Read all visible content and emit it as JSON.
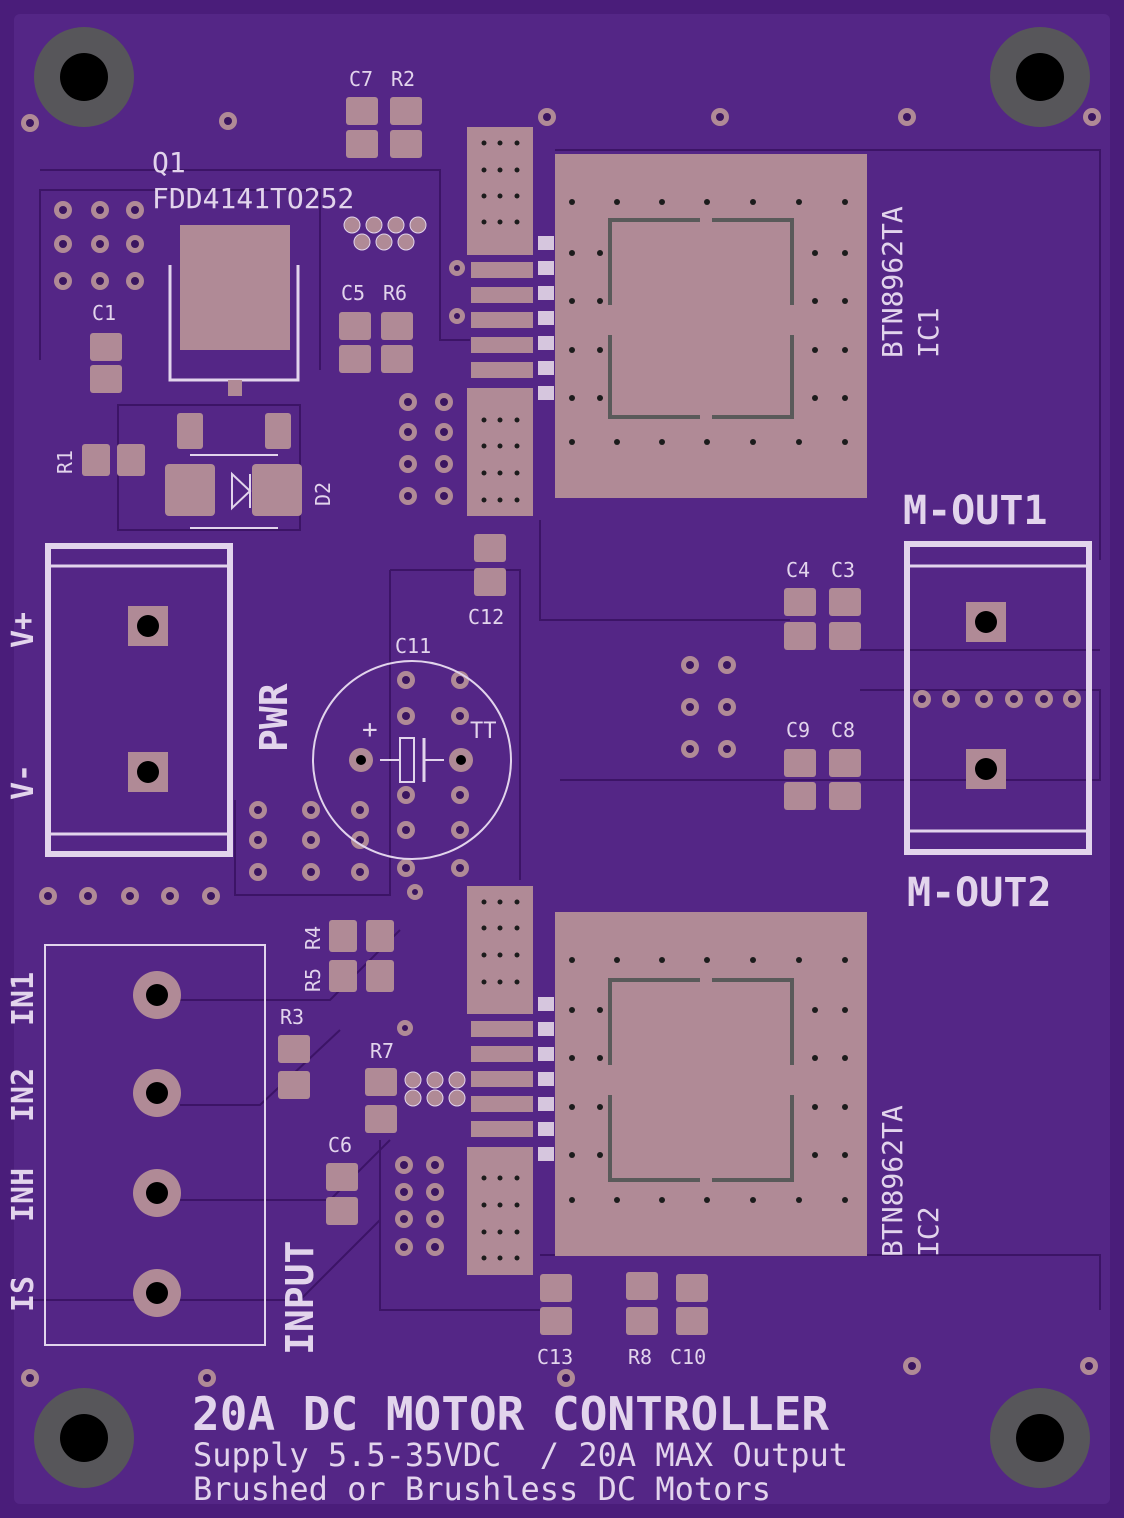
{
  "board": {
    "title": "20A DC MOTOR CONTROLLER",
    "subtitle_line1": "Supply 5.5-35VDC  / 20A MAX Output",
    "subtitle_line2": "Brushed or Brushless DC Motors",
    "colors": {
      "substrate": "#4a1d7a",
      "copper_fill": "#5a2a8c",
      "silkscreen": "#e2d4ec",
      "pad": "#b08a96",
      "mount_hole": "#57565a"
    }
  },
  "components": {
    "q1_ref": "Q1",
    "q1_value": "FDD4141TO252",
    "ic1_ref": "IC1",
    "ic1_value": "BTN8962TA",
    "ic2_ref": "IC2",
    "ic2_value": "BTN8962TA",
    "d2": "D2",
    "c1": "C1",
    "c3": "C3",
    "c4": "C4",
    "c5": "C5",
    "c6": "C6",
    "c7": "C7",
    "c8": "C8",
    "c9": "C9",
    "c10": "C10",
    "c11": "C11",
    "c12": "C12",
    "c13": "C13",
    "r1": "R1",
    "r2": "R2",
    "r3": "R3",
    "r4": "R4",
    "r5": "R5",
    "r6": "R6",
    "r7": "R7",
    "r8": "R8",
    "c11_plus": "+",
    "c11_tt": "TT"
  },
  "connectors": {
    "pwr": "PWR",
    "pwr_pins": [
      "V+",
      "V-"
    ],
    "mout1": "M-OUT1",
    "mout2": "M-OUT2",
    "input": "INPUT",
    "input_pins": [
      "IN1",
      "IN2",
      "INH",
      "IS"
    ]
  }
}
